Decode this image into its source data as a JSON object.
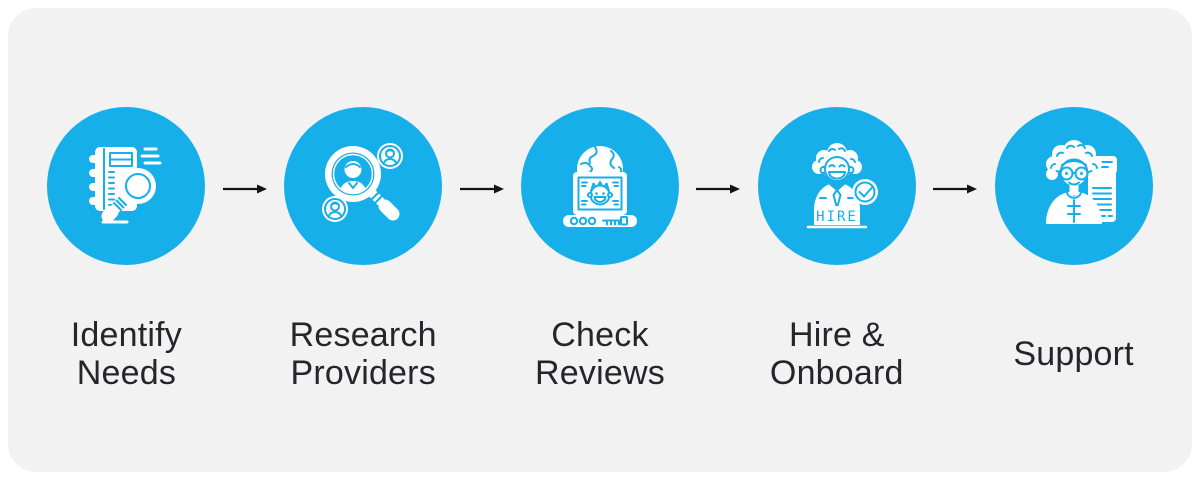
{
  "process": {
    "steps": [
      {
        "label": "Identify Needs",
        "icon": "notebook-search-icon"
      },
      {
        "label": "Research Providers",
        "icon": "people-search-icon"
      },
      {
        "label": "Check Reviews",
        "icon": "laptop-globe-review-icon"
      },
      {
        "label": "Hire & Onboard",
        "icon": "hire-sign-icon",
        "sign_text": "HIRE"
      },
      {
        "label": "Support",
        "icon": "support-agent-icon"
      }
    ],
    "connector": "arrow-right"
  },
  "colors": {
    "page_bg": "#ffffff",
    "panel_bg": "#f2f2f3",
    "circle_fill": "#17afea",
    "icon_art": "#ffffff",
    "arrow": "#141414",
    "label_text": "#26262a"
  }
}
